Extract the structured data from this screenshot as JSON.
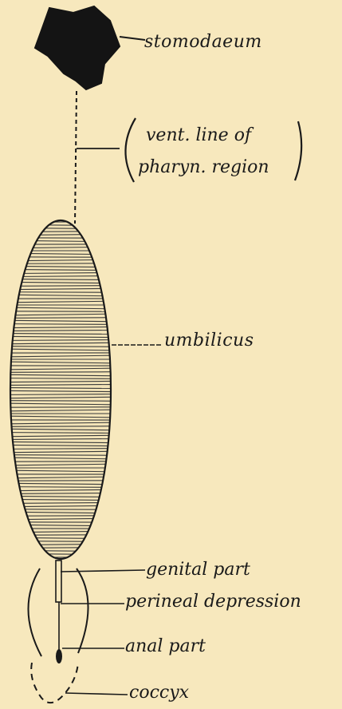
{
  "colors": {
    "background": "#f7e8bd",
    "ink": "#1a1a1a",
    "hatch": "#3a3a3a"
  },
  "labels": {
    "stomodaeum": "stomodaeum",
    "vent_line_1": "vent. line of",
    "vent_line_2": "pharyn. region",
    "umbilicus": "umbilicus",
    "genital_part": "genital part",
    "perineal_depression": "perineal depression",
    "anal_part": "anal part",
    "coccyx": "coccyx"
  }
}
